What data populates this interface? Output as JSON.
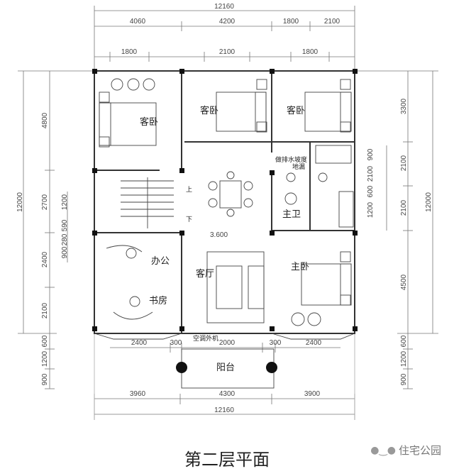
{
  "title": "第二层平面",
  "brand": {
    "text": "住宅公园",
    "icon": "wechat-icon"
  },
  "top_dims": {
    "total": "12160",
    "row2": [
      "4060",
      "4200",
      "1800",
      "2100"
    ],
    "row3": [
      "1800",
      "2100",
      "1800"
    ]
  },
  "bottom_dims": {
    "row1": [
      "2400",
      "300",
      "2000",
      "300",
      "2400"
    ],
    "row2": [
      "3960",
      "4300",
      "3900"
    ],
    "total": "12160"
  },
  "left_dims": {
    "total": "12000",
    "row": [
      "4800",
      "2700",
      "2400",
      "2100",
      "600",
      "1200",
      "900"
    ],
    "inner": [
      "1200",
      "590",
      "280",
      "900"
    ]
  },
  "right_dims": {
    "total": "12000",
    "row": [
      "3300",
      "2100",
      "2100",
      "4500",
      "600",
      "1200",
      "900"
    ],
    "inner": [
      "900",
      "2100",
      "600",
      "1200"
    ]
  },
  "rooms": {
    "guest_a": "客卧",
    "guest_b": "客卧",
    "guest_c": "客卧",
    "drain": "做排水坡度",
    "floor_drain": "地漏",
    "master_bath": "主卫",
    "office": "办公",
    "study": "书房",
    "living": "客厅",
    "master": "主卧",
    "ac": "空调外机",
    "balcony": "阳台",
    "stair_up": "上",
    "stair_down": "下",
    "elevation": "3.600"
  }
}
